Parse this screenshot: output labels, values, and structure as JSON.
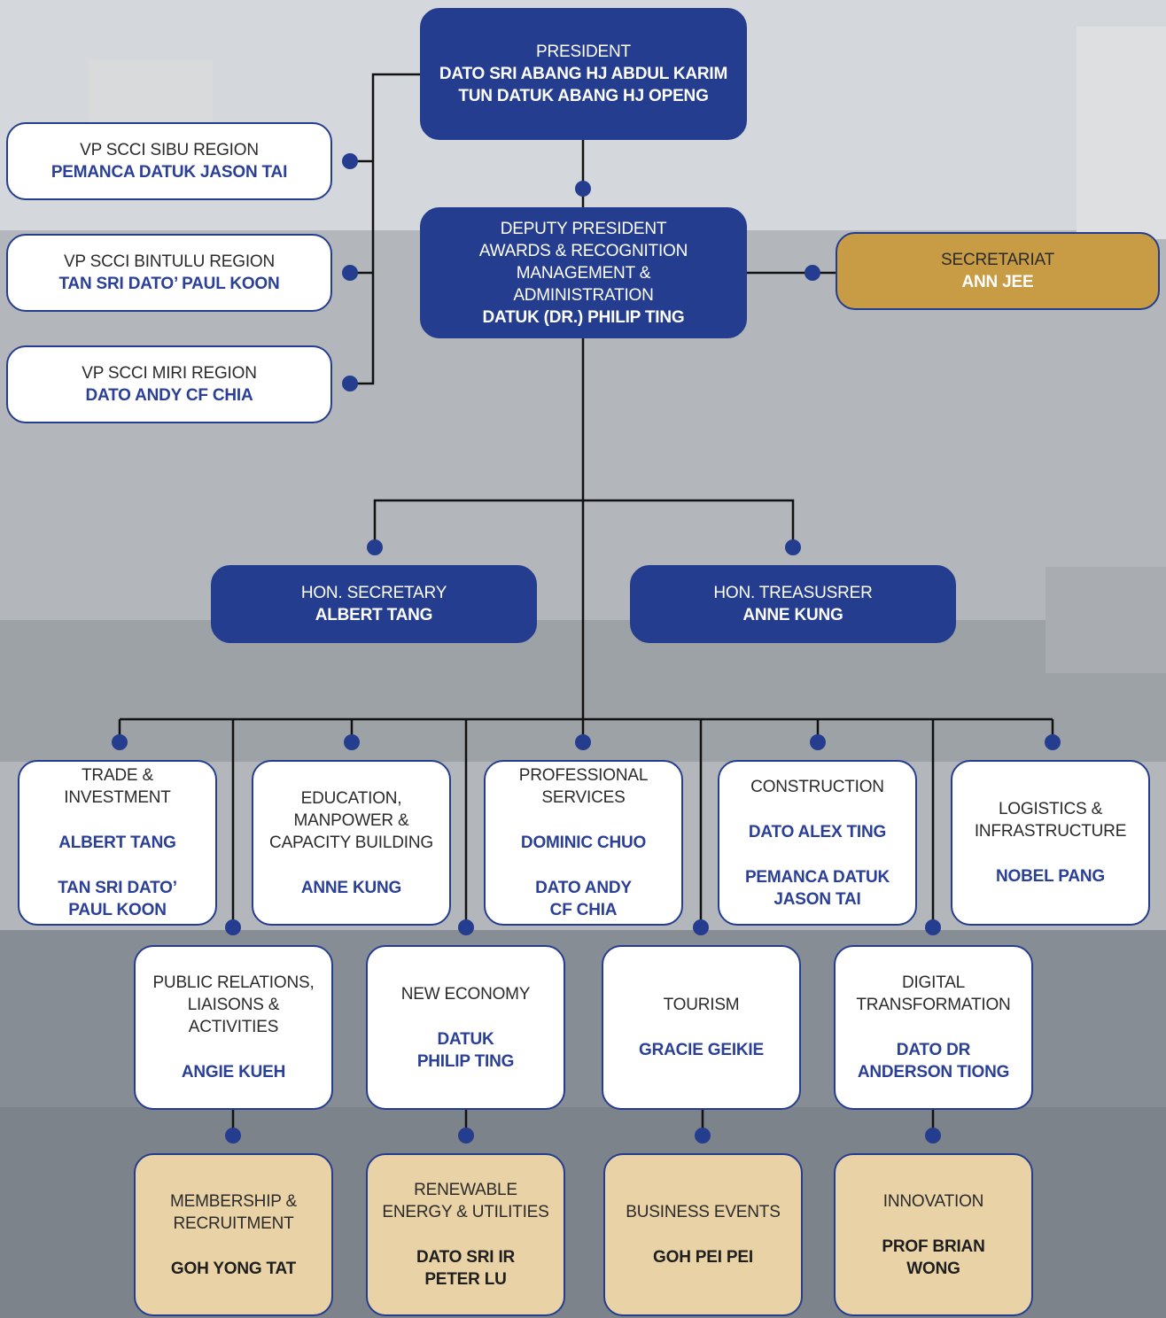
{
  "president": {
    "role": "PRESIDENT",
    "name": "DATO SRI ABANG HJ ABDUL KARIM\nTUN DATUK ABANG HJ OPENG"
  },
  "vp_sibu": {
    "role": "VP SCCI SIBU REGION",
    "name": "PEMANCA DATUK JASON TAI"
  },
  "vp_bintulu": {
    "role": "VP SCCI BINTULU REGION",
    "name": "TAN SRI DATO’ PAUL KOON"
  },
  "vp_miri": {
    "role": "VP SCCI MIRI REGION",
    "name": "DATO ANDY CF CHIA"
  },
  "deputy": {
    "role": "DEPUTY PRESIDENT\nAWARDS & RECOGNITION\nMANAGEMENT &\nADMINISTRATION",
    "name": "DATUK (DR.) PHILIP TING"
  },
  "secretariat": {
    "role": "SECRETARIAT",
    "name": "ANN JEE"
  },
  "hon_secretary": {
    "role": "HON. SECRETARY",
    "name": "ALBERT TANG"
  },
  "hon_treasurer": {
    "role": "HON. TREASUSRER",
    "name": "ANNE KUNG"
  },
  "trade": {
    "role": "TRADE &\nINVESTMENT",
    "name1": "ALBERT TANG",
    "name2": "TAN SRI DATO’\nPAUL KOON"
  },
  "education": {
    "role": "EDUCATION,\nMANPOWER &\nCAPACITY BUILDING",
    "name": "ANNE KUNG"
  },
  "professional": {
    "role": "PROFESSIONAL\nSERVICES",
    "name1": "DOMINIC CHUO",
    "name2": "DATO ANDY\nCF CHIA"
  },
  "construction": {
    "role": "CONSTRUCTION",
    "name1": "DATO ALEX TING",
    "name2": "PEMANCA DATUK\nJASON TAI"
  },
  "logistics": {
    "role": "LOGISTICS &\nINFRASTRUCTURE",
    "name": "NOBEL PANG"
  },
  "public_relations": {
    "role": "PUBLIC RELATIONS,\nLIAISONS &\nACTIVITIES",
    "name": "ANGIE KUEH"
  },
  "new_economy": {
    "role": "NEW ECONOMY",
    "name": "DATUK\nPHILIP TING"
  },
  "tourism": {
    "role": "TOURISM",
    "name": "GRACIE GEIKIE"
  },
  "digital": {
    "role": "DIGITAL\nTRANSFORMATION",
    "name": "DATO DR\nANDERSON TIONG"
  },
  "membership": {
    "role": "MEMBERSHIP &\nRECRUITMENT",
    "name": "GOH YONG TAT"
  },
  "renewable": {
    "role": "RENEWABLE\nENERGY & UTILITIES",
    "name": "DATO SRI IR\nPETER LU"
  },
  "business_events": {
    "role": "BUSINESS EVENTS",
    "name": "GOH PEI PEI"
  },
  "innovation": {
    "role": "INNOVATION",
    "name": "PROF BRIAN\nWONG"
  },
  "colors": {
    "navy": "#253d8f",
    "beige": "#e8d2a6",
    "gold": "#c89b45",
    "white": "#ffffff"
  }
}
